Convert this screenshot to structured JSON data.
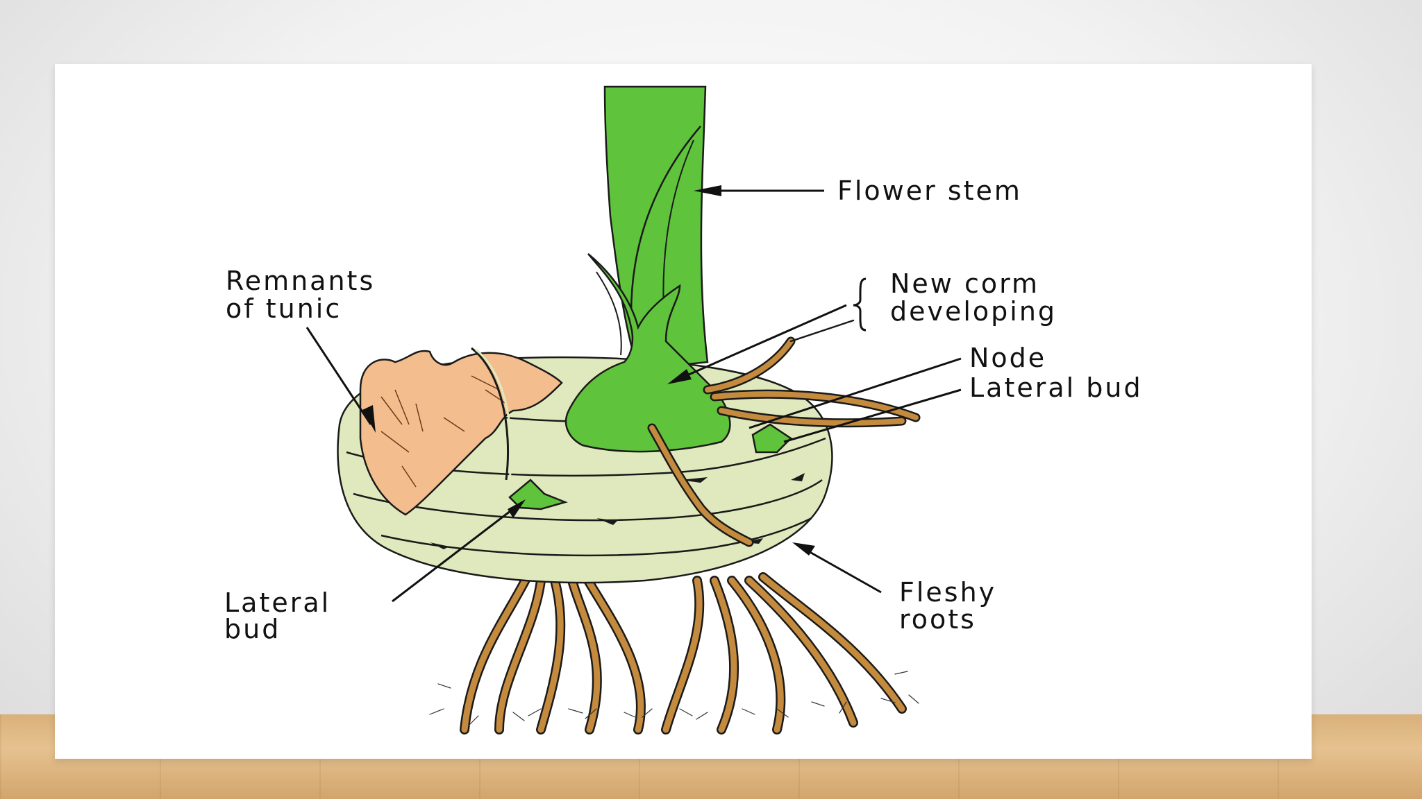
{
  "diagram": {
    "labels": {
      "flower_stem": "Flower stem",
      "remnants_line1": "Remnants",
      "remnants_line2": "of tunic",
      "new_corm_line1": "New corm",
      "new_corm_line2": "developing",
      "node": "Node",
      "lateral_bud_right": "Lateral bud",
      "lateral_bud_left_line1": "Lateral",
      "lateral_bud_left_line2": "bud",
      "fleshy_roots_line1": "Fleshy",
      "fleshy_roots_line2": "roots"
    },
    "colors": {
      "stem": "#5fc33b",
      "corm": "#dfe9bd",
      "tunic": "#f3bd8d",
      "roots": "#c48a3d",
      "bud": "#5fc33b"
    }
  }
}
